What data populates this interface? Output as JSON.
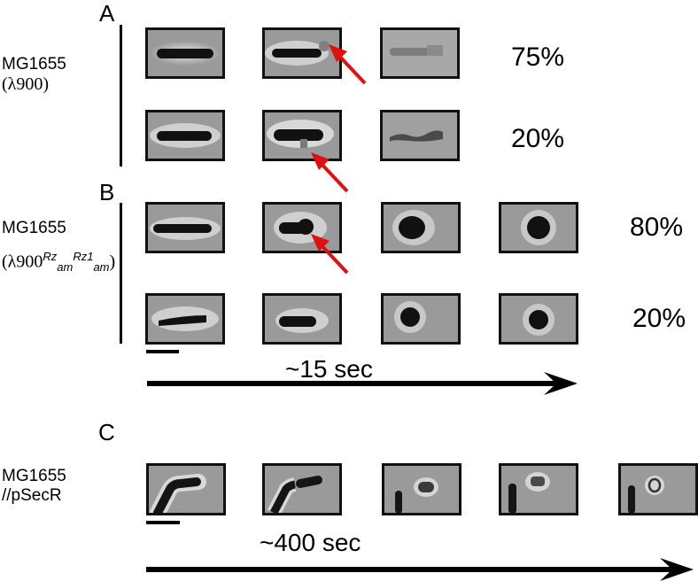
{
  "panels": {
    "A": {
      "label": "A",
      "strain_line1": "MG1655",
      "strain_line2": "(λ900)",
      "rows": [
        {
          "percent": "75%",
          "frames": [
            "intact rod",
            "rod with polar bulge (arrow)",
            "ghost/lysed cell"
          ]
        },
        {
          "percent": "20%",
          "frames": [
            "intact rod",
            "rod with midcell bulge (arrow)",
            "lysed debris"
          ]
        }
      ]
    },
    "B": {
      "label": "B",
      "strain_line1": "MG1655",
      "strain_paren_open": "(λ900",
      "strain_sup1": "Rz",
      "strain_sub1": "am",
      "strain_sup2": "Rz1",
      "strain_sub2": "am",
      "strain_paren_close": ")",
      "rows": [
        {
          "percent": "80%",
          "frames": [
            "rod",
            "rod with polar bulge (arrow)",
            "oval",
            "sphere"
          ]
        },
        {
          "percent": "20%",
          "frames": [
            "rod",
            "short rod",
            "sphere",
            "sphere"
          ]
        }
      ],
      "time_label": "~15 sec"
    },
    "C": {
      "label": "C",
      "strain_line1": "MG1655",
      "strain_line2": "//pSecR",
      "frames": [
        "bent rod",
        "bent rod",
        "rounding cell",
        "rounded cell",
        "ring-shaped ghost"
      ],
      "time_label": "~400 sec"
    }
  },
  "colors": {
    "arrow_red": "#e01010",
    "frame_border": "#111111",
    "background_gray": "#9a9a9a"
  }
}
